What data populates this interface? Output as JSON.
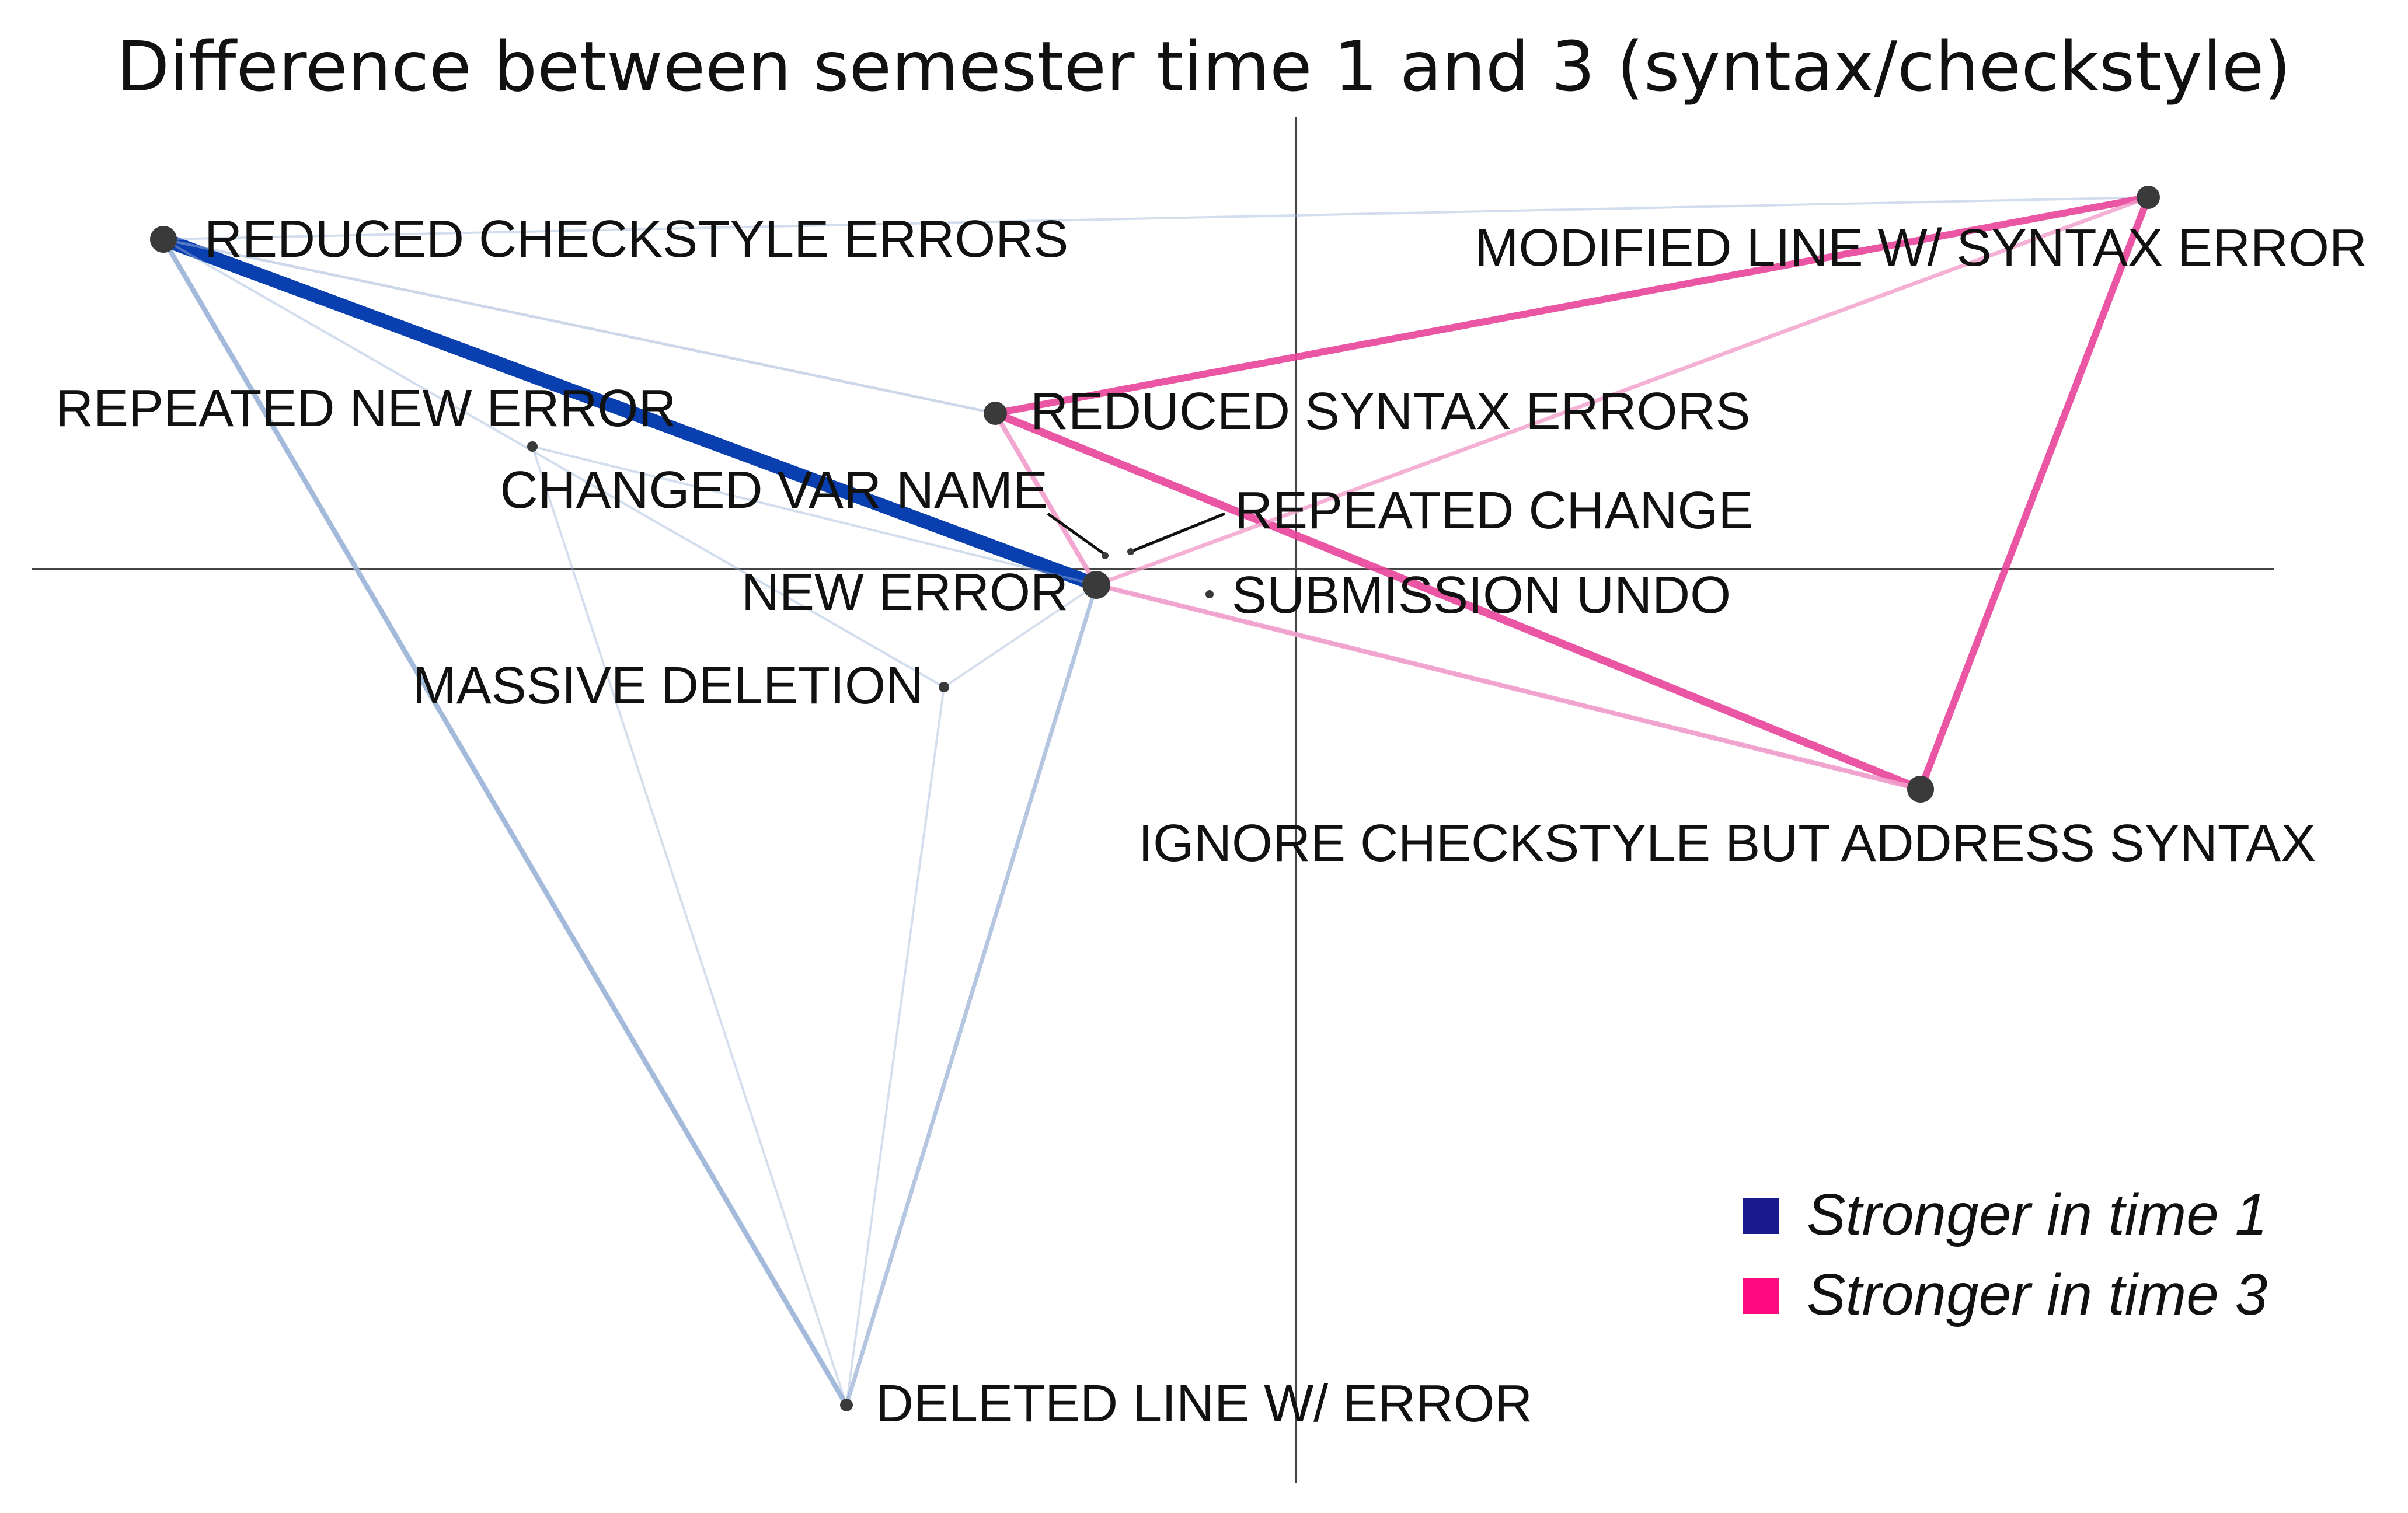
{
  "title": "Difference between semester time 1 and 3 (syntax/checkstyle)",
  "colors": {
    "time1_strong": "#0a3fb0",
    "time1_light": "#9bb3d6",
    "time3_strong": "#e8449a",
    "time3_light": "#f29ccb",
    "legend_time1": "#1a1a8c",
    "legend_time3": "#ff0a7f",
    "axis": "#444444",
    "node": "#3a3a3a"
  },
  "nodes": [
    {
      "id": "reduced-checkstyle-errors",
      "label": "REDUCED CHECKSTYLE ERRORS"
    },
    {
      "id": "modified-line-syntax-error",
      "label": "MODIFIED LINE W/ SYNTAX ERROR"
    },
    {
      "id": "repeated-new-error",
      "label": "REPEATED NEW ERROR"
    },
    {
      "id": "reduced-syntax-errors",
      "label": "REDUCED SYNTAX ERRORS"
    },
    {
      "id": "changed-var-name",
      "label": "CHANGED VAR NAME"
    },
    {
      "id": "repeated-change",
      "label": "REPEATED CHANGE"
    },
    {
      "id": "new-error",
      "label": "NEW ERROR"
    },
    {
      "id": "submission-undo",
      "label": "SUBMISSION UNDO"
    },
    {
      "id": "massive-deletion",
      "label": "MASSIVE DELETION"
    },
    {
      "id": "ignore-checkstyle-address-syntax",
      "label": "IGNORE CHECKSTYLE BUT ADDRESS SYNTAX"
    },
    {
      "id": "deleted-line-error",
      "label": "DELETED LINE W/ ERROR"
    }
  ],
  "edges": [
    {
      "source": "reduced-checkstyle-errors",
      "target": "new-error",
      "group": "time1",
      "strength": 1.0
    },
    {
      "source": "reduced-checkstyle-errors",
      "target": "deleted-line-error",
      "group": "time1",
      "strength": 0.35
    },
    {
      "source": "new-error",
      "target": "deleted-line-error",
      "group": "time1",
      "strength": 0.25
    },
    {
      "source": "reduced-checkstyle-errors",
      "target": "reduced-syntax-errors",
      "group": "time1",
      "strength": 0.1
    },
    {
      "source": "reduced-checkstyle-errors",
      "target": "modified-line-syntax-error",
      "group": "time1",
      "strength": 0.06
    },
    {
      "source": "reduced-checkstyle-errors",
      "target": "massive-deletion",
      "group": "time1",
      "strength": 0.06
    },
    {
      "source": "repeated-new-error",
      "target": "new-error",
      "group": "time1",
      "strength": 0.06
    },
    {
      "source": "repeated-new-error",
      "target": "deleted-line-error",
      "group": "time1",
      "strength": 0.05
    },
    {
      "source": "massive-deletion",
      "target": "deleted-line-error",
      "group": "time1",
      "strength": 0.05
    },
    {
      "source": "massive-deletion",
      "target": "new-error",
      "group": "time1",
      "strength": 0.05
    },
    {
      "source": "new-error",
      "target": "ignore-checkstyle-address-syntax",
      "group": "time1",
      "strength": 0.05
    },
    {
      "source": "reduced-syntax-errors",
      "target": "modified-line-syntax-error",
      "group": "time3",
      "strength": 0.6
    },
    {
      "source": "reduced-syntax-errors",
      "target": "ignore-checkstyle-address-syntax",
      "group": "time3",
      "strength": 0.75
    },
    {
      "source": "modified-line-syntax-error",
      "target": "ignore-checkstyle-address-syntax",
      "group": "time3",
      "strength": 0.6
    },
    {
      "source": "new-error",
      "target": "ignore-checkstyle-address-syntax",
      "group": "time3",
      "strength": 0.3
    },
    {
      "source": "new-error",
      "target": "modified-line-syntax-error",
      "group": "time3",
      "strength": 0.2
    },
    {
      "source": "new-error",
      "target": "reduced-syntax-errors",
      "group": "time3",
      "strength": 0.3
    }
  ],
  "legend": [
    {
      "label": "Stronger in time 1",
      "color_key": "legend_time1"
    },
    {
      "label": "Stronger in time 3",
      "color_key": "legend_time3"
    }
  ]
}
